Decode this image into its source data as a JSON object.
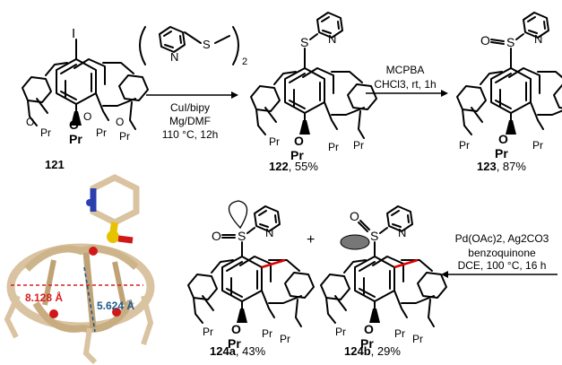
{
  "reagent_pyridyl_disulfide": {
    "atom_S": "S",
    "atom_N": "N",
    "subscript": "2"
  },
  "step1": {
    "line1": "CuI/bipy",
    "line2": "Mg/DMF",
    "line3": "110 °C, 12h"
  },
  "step2": {
    "line1": "MCPBA",
    "line2": "CHCl3, rt, 1h"
  },
  "step3": {
    "line1": "Pd(OAc)2, Ag2CO3",
    "line2": "benzoquinone",
    "line3": "DCE, 100 °C,  16 h"
  },
  "compounds": {
    "c121": {
      "label": "121",
      "yield": "",
      "top_atom": "I"
    },
    "c122": {
      "label": "122",
      "yield": ", 55%",
      "S": "S",
      "N": "N"
    },
    "c123": {
      "label": "123",
      "yield": ", 87%",
      "S": "S",
      "O": "O",
      "N": "N"
    },
    "c124a": {
      "label": "124a",
      "yield": ", 43%",
      "S": "S",
      "O": "O",
      "N": "N"
    },
    "c124b": {
      "label": "124b",
      "yield": ", 29%",
      "S": "S",
      "O": "O",
      "N": "N"
    }
  },
  "substituents": {
    "O": "O",
    "Pr": "Pr"
  },
  "plus": "+",
  "crystal": {
    "dist1": "8.128 Å",
    "dist2": "5.624 Å"
  },
  "colors": {
    "red_bond": "#e00000",
    "dist1": "#d81e1e",
    "dist2": "#1f5a8a",
    "carbon": "#d9c3a0",
    "sulfur": "#e6c200",
    "oxygen": "#d01818",
    "nitrogen": "#2b3fae"
  }
}
